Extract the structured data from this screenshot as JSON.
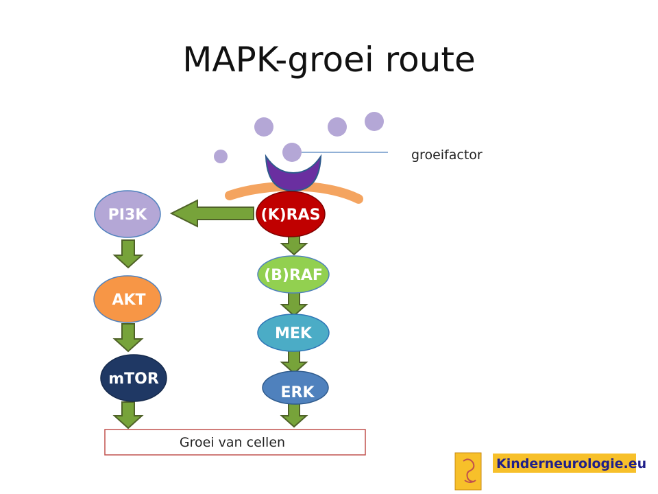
{
  "title": "MAPK-groei route",
  "ligand_label": "groeifactor",
  "nodes": {
    "kras": "(K)RAS",
    "braf": "(B)RAF",
    "mek": "MEK",
    "erk": "ERK",
    "pi3k": "PI3K",
    "akt": "AKT",
    "mtor": "mTOR"
  },
  "outcome": "Groei van cellen",
  "logo": "Kinderneurologie.eu",
  "colors": {
    "kras": "#c00000",
    "braf": "#92d050",
    "mek": "#4bacc6",
    "erk": "#4f81bd",
    "pi3k": "#b4a7d6",
    "akt": "#f79646",
    "mtor": "#1f3864",
    "ligand": "#b4a7d6",
    "receptor": "#6a2fa0",
    "membrane": "#f4a460",
    "arrow_fill": "#77a33a",
    "arrow_stroke": "#4f6228",
    "outcome_border": "#c0504d",
    "logo_bg": "#f7c02a"
  }
}
